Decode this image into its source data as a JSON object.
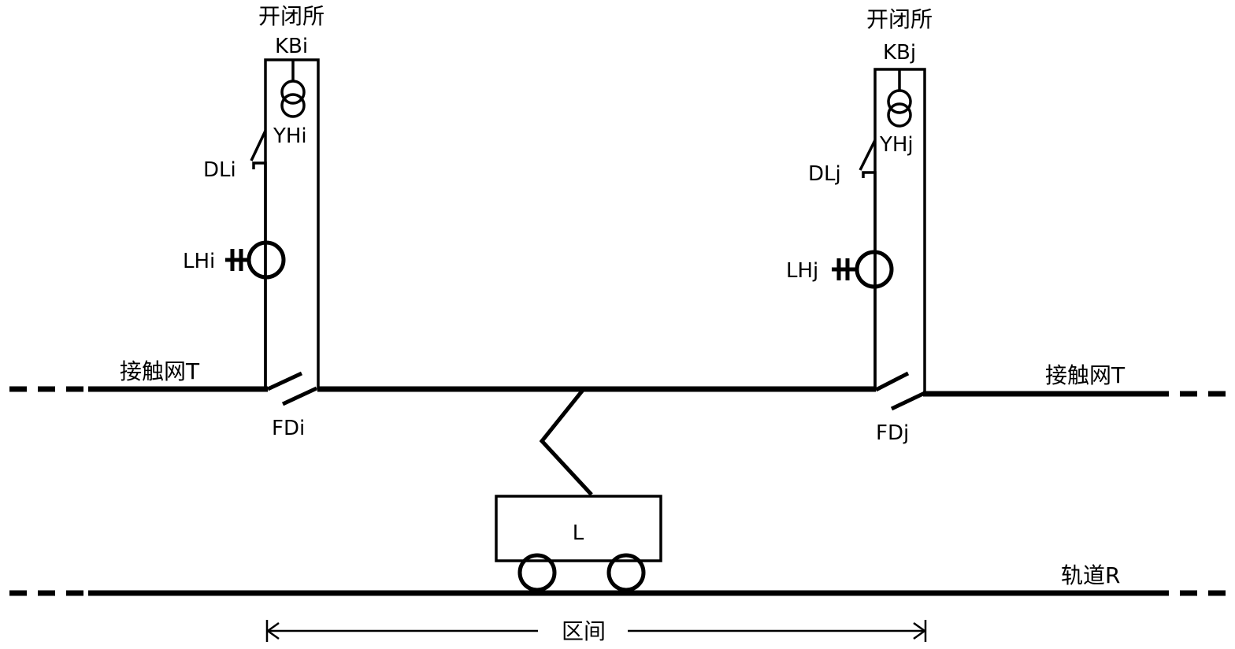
{
  "substations": {
    "i": {
      "title": "开闭所",
      "name": "KBi",
      "vt_label": "YHi",
      "breaker_label": "DLi",
      "ct_label": "LHi",
      "section_label": "FDi"
    },
    "j": {
      "title": "开闭所",
      "name": "KBj",
      "vt_label": "YHj",
      "breaker_label": "DLj",
      "ct_label": "LHj",
      "section_label": "FDj"
    }
  },
  "lines": {
    "catenary_left": "接触网T",
    "catenary_right": "接触网T",
    "rail": "轨道R"
  },
  "train": {
    "label": "L"
  },
  "section": {
    "label": "区间"
  }
}
